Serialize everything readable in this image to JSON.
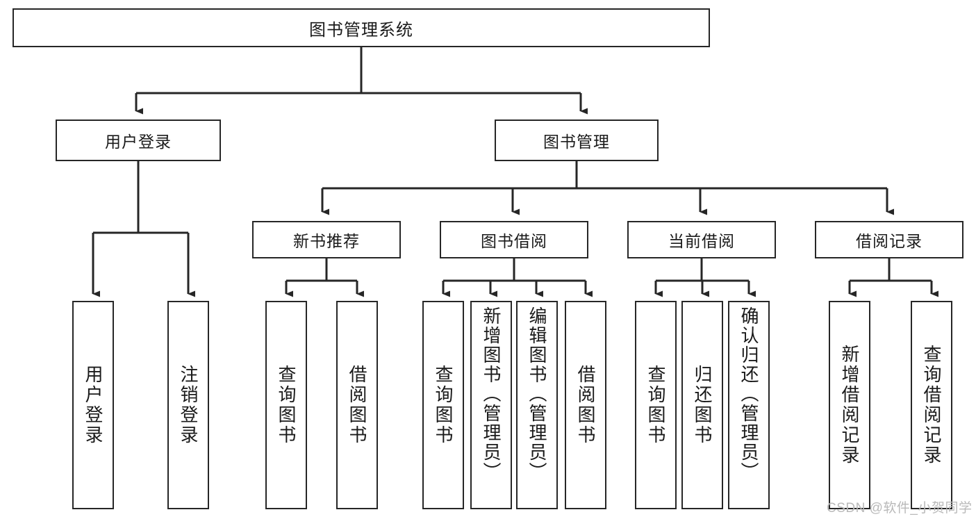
{
  "diagram": {
    "title": "图书管理系统",
    "root": {
      "label": "图书管理系统"
    },
    "level1": [
      {
        "label": "用户登录"
      },
      {
        "label": "图书管理"
      }
    ],
    "level2": [
      {
        "label": "新书推荐"
      },
      {
        "label": "图书借阅"
      },
      {
        "label": "当前借阅"
      },
      {
        "label": "借阅记录"
      }
    ],
    "leaves": {
      "user_login": [
        {
          "label": "用户登录"
        },
        {
          "label": "注销登录"
        }
      ],
      "new_book_recommend": [
        {
          "label": "查询图书"
        },
        {
          "label": "借阅图书"
        }
      ],
      "book_borrow": [
        {
          "label": "查询图书"
        },
        {
          "label": "新增图书（管理员）"
        },
        {
          "label": "编辑图书（管理员）"
        },
        {
          "label": "借阅图书"
        }
      ],
      "current_borrow": [
        {
          "label": "查询图书"
        },
        {
          "label": "归还图书"
        },
        {
          "label": "确认归还（管理员）"
        }
      ],
      "borrow_record": [
        {
          "label": "新增借阅记录"
        },
        {
          "label": "查询借阅记录"
        }
      ]
    }
  },
  "watermark": {
    "text": "CSDN @软件_小贺同学"
  },
  "colors": {
    "stroke": "#262626",
    "box_fill": "#ffffff",
    "text": "#1a1a1a",
    "watermark": "#b9b9b9"
  }
}
